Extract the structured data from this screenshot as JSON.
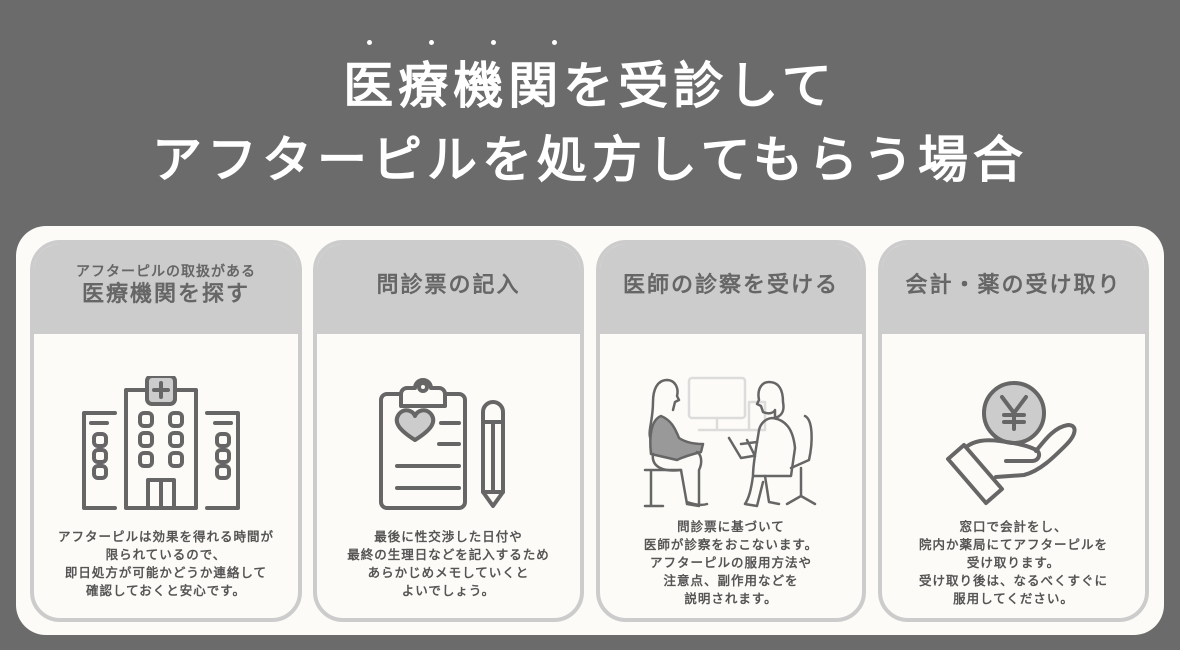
{
  "header": {
    "title_line1": "医療機関を受診して",
    "title_line2": "アフターピルを処方してもらう場合",
    "emphasis_dots_count": 4
  },
  "colors": {
    "background": "#6b6b6b",
    "panel": "#fcfbf7",
    "card_header": "#cccccc",
    "icon_stroke": "#666666",
    "text": "#555555"
  },
  "steps": [
    {
      "title_sub": "アフターピルの取扱がある",
      "title_main": "医療機関を探す",
      "icon": "hospital-icon",
      "body": "アフターピルは効果を得れる時間が\n限られているので、\n即日処方が可能かどうか連絡して\n確認しておくと安心です。"
    },
    {
      "title_sub": "",
      "title_main": "問診票の記入",
      "icon": "clipboard-pencil-icon",
      "body": "最後に性交渉した日付や\n最終の生理日などを記入するため\nあらかじめメモしていくと\nよいでしょう。"
    },
    {
      "title_sub": "",
      "title_main": "医師の診察を受ける",
      "icon": "doctor-consultation-icon",
      "body": "問診票に基づいて\n医師が診察をおこないます。\nアフターピルの服用方法や\n注意点、副作用などを\n説明されます。"
    },
    {
      "title_sub": "",
      "title_main": "会計・薬の受け取り",
      "icon": "yen-coin-hand-icon",
      "body": "窓口で会計をし、\n院内か薬局にてアフターピルを\n受け取ります。\n受け取り後は、なるべくすぐに\n服用してください。"
    }
  ]
}
